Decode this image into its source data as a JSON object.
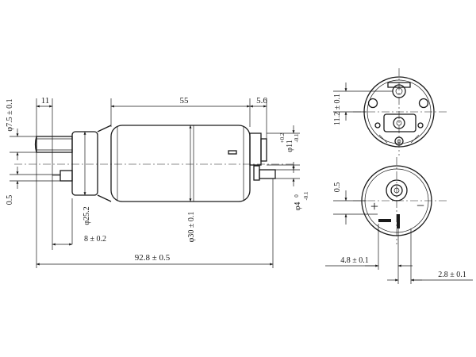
{
  "dimensions": {
    "side_view": {
      "outlet_length": "11",
      "body_length": "55",
      "inlet_length": "5.6",
      "outlet_diameter": "φ7.5 ± 0.1",
      "offset": "0.5",
      "inlet_diameter": "φ11",
      "inlet_diameter_tol_upper": "+0.2",
      "inlet_diameter_tol_lower": "-0.1",
      "pin_diameter": "φ4",
      "pin_diameter_tol_upper": "0",
      "pin_diameter_tol_lower": "-0.1",
      "cap_diameter": "φ25.2",
      "body_diameter": "φ30 ± 0.1",
      "cap_length": "8 ± 0.2",
      "overall_length": "92.8 ± 0.5"
    },
    "end_view_top": {
      "port_offset": "11.2 ± 0.1"
    },
    "end_view_bottom": {
      "offset": "0.5",
      "terminal_spacing": "4.8 ± 0.1",
      "terminal_width": "2.8 ± 0.1"
    }
  },
  "symbols": {
    "terminal_plus": "+",
    "terminal_minus": "−"
  }
}
